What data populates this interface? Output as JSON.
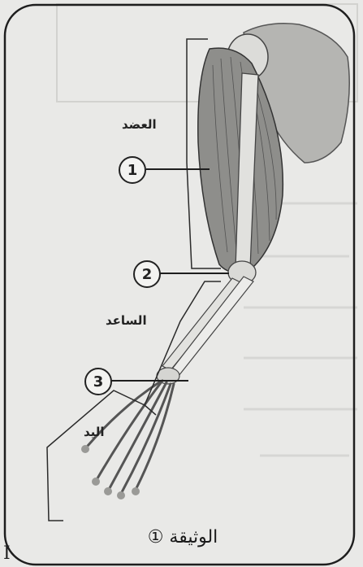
{
  "labels": {
    "arm": "العضد",
    "forearm": "الساعد",
    "hand": "اليد"
  },
  "markers": [
    "1",
    "2",
    "3"
  ],
  "caption": "الوثيقة ①",
  "corner_mark": "I‏"
}
